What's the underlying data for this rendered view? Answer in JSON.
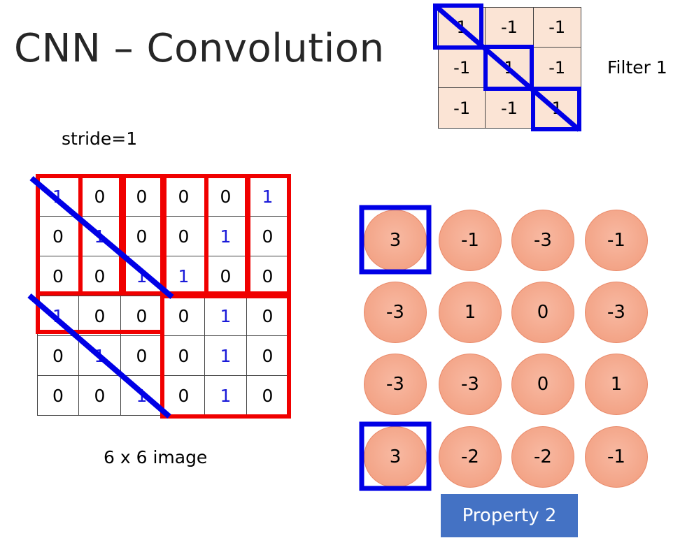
{
  "title": "CNN – Convolution",
  "stride_label": "stride=1",
  "image_label": "6 x 6 image",
  "filter_label": "Filter 1",
  "property_label": "Property 2",
  "image": [
    [
      "1",
      "0",
      "0",
      "0",
      "0",
      "1"
    ],
    [
      "0",
      "1",
      "0",
      "0",
      "1",
      "0"
    ],
    [
      "0",
      "0",
      "1",
      "1",
      "0",
      "0"
    ],
    [
      "1",
      "0",
      "0",
      "0",
      "1",
      "0"
    ],
    [
      "0",
      "1",
      "0",
      "0",
      "1",
      "0"
    ],
    [
      "0",
      "0",
      "1",
      "0",
      "1",
      "0"
    ]
  ],
  "filter": [
    [
      "1",
      "-1",
      "-1"
    ],
    [
      "-1",
      "1",
      "-1"
    ],
    [
      "-1",
      "-1",
      "1"
    ]
  ],
  "feature_map": [
    [
      "3",
      "-1",
      "-3",
      "-1"
    ],
    [
      "-3",
      "1",
      "0",
      "-3"
    ],
    [
      "-3",
      "-3",
      "0",
      "1"
    ],
    [
      "3",
      "-2",
      "-2",
      "-1"
    ]
  ],
  "colors": {
    "highlight_red": "#f00000",
    "highlight_blue": "#0000e6",
    "one_value": "#1a1ad9",
    "filter_fill": "#fbe4d5",
    "circle_fill": "#f4a98c",
    "property_fill": "#4472c4"
  }
}
